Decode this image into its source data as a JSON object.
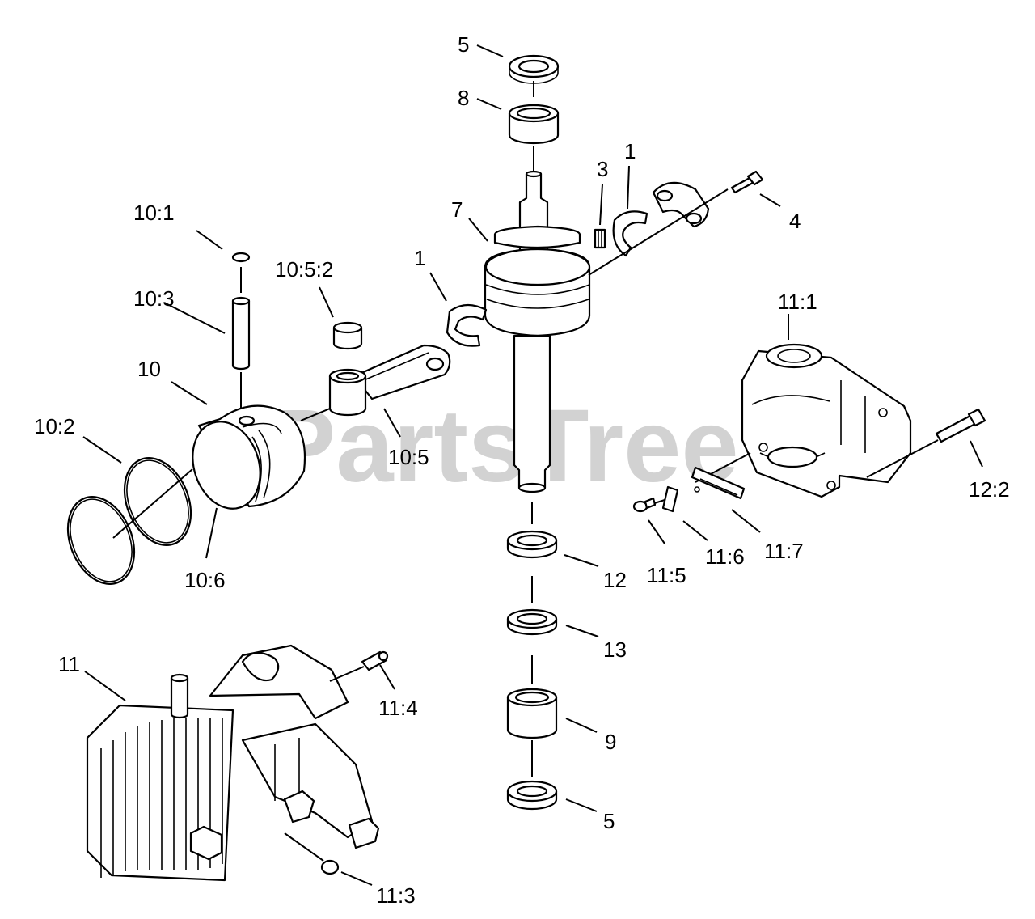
{
  "watermark": "PartsTree",
  "callouts": [
    {
      "id": "c-5-top",
      "text": "5"
    },
    {
      "id": "c-8",
      "text": "8"
    },
    {
      "id": "c-3",
      "text": "3"
    },
    {
      "id": "c-1-top",
      "text": "1"
    },
    {
      "id": "c-4",
      "text": "4"
    },
    {
      "id": "c-7",
      "text": "7"
    },
    {
      "id": "c-10-1",
      "text": "10:1"
    },
    {
      "id": "c-10-5-2",
      "text": "10:5:2"
    },
    {
      "id": "c-1-mid",
      "text": "1"
    },
    {
      "id": "c-10-3",
      "text": "10:3"
    },
    {
      "id": "c-11-1",
      "text": "11:1"
    },
    {
      "id": "c-10",
      "text": "10"
    },
    {
      "id": "c-10-2",
      "text": "10:2"
    },
    {
      "id": "c-10-5",
      "text": "10:5"
    },
    {
      "id": "c-12-2",
      "text": "12:2"
    },
    {
      "id": "c-11-7",
      "text": "11:7"
    },
    {
      "id": "c-11-6",
      "text": "11:6"
    },
    {
      "id": "c-11-5",
      "text": "11:5"
    },
    {
      "id": "c-12",
      "text": "12"
    },
    {
      "id": "c-10-6",
      "text": "10:6"
    },
    {
      "id": "c-13",
      "text": "13"
    },
    {
      "id": "c-11",
      "text": "11"
    },
    {
      "id": "c-11-4",
      "text": "11:4"
    },
    {
      "id": "c-9",
      "text": "9"
    },
    {
      "id": "c-5-bottom",
      "text": "5"
    },
    {
      "id": "c-11-3",
      "text": "11:3"
    }
  ]
}
